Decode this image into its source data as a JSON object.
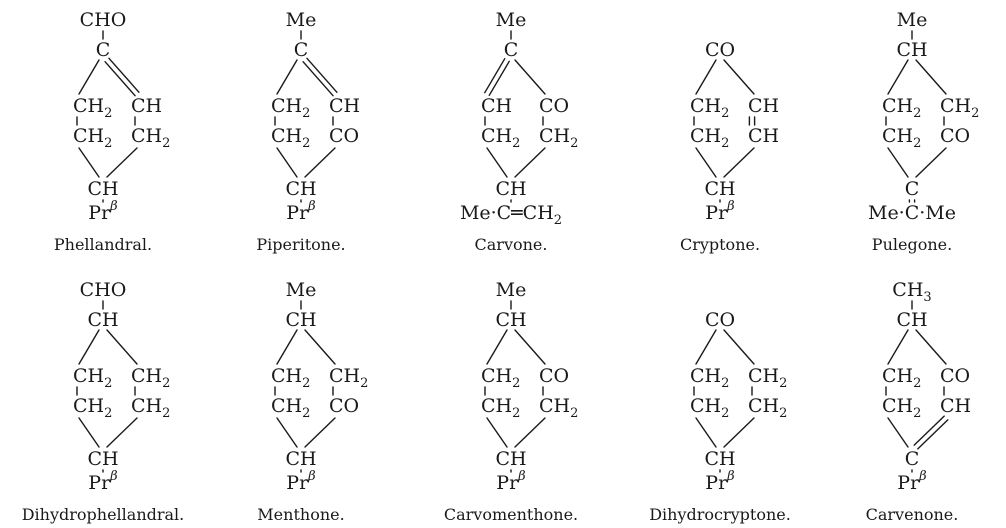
{
  "molecules": [
    {
      "name": "Phellandral.",
      "rows": [
        {
          "c": [
            {
              "t": "CHO"
            }
          ]
        },
        {
          "c": [
            {
              "t": "C"
            }
          ]
        },
        {
          "c": [
            {
              "t": "CH",
              "s": "2"
            },
            {
              "t": "CH"
            }
          ]
        },
        {
          "c": [
            {
              "t": "CH",
              "s": "2"
            },
            {
              "t": "CH",
              "s": "2"
            }
          ]
        },
        {
          "c": [
            {
              "t": "CH"
            }
          ]
        },
        {
          "c": [
            {
              "t": "Pr",
              "p": "β"
            }
          ]
        }
      ],
      "bonds": [
        {
          "k": "v",
          "from": 0,
          "to": 1,
          "col": 0
        },
        {
          "k": "topR",
          "order": 2
        },
        {
          "k": "topL"
        },
        {
          "k": "v",
          "from": 2,
          "to": 3,
          "col": 0
        },
        {
          "k": "v",
          "from": 2,
          "to": 3,
          "col": 1
        },
        {
          "k": "botL"
        },
        {
          "k": "botR"
        },
        {
          "k": "v",
          "from": 4,
          "to": 5,
          "col": 0
        }
      ]
    },
    {
      "name": "Piperitone.",
      "rows": [
        {
          "c": [
            {
              "t": "Me"
            }
          ]
        },
        {
          "c": [
            {
              "t": "C"
            }
          ]
        },
        {
          "c": [
            {
              "t": "CH",
              "s": "2"
            },
            {
              "t": "CH"
            }
          ]
        },
        {
          "c": [
            {
              "t": "CH",
              "s": "2"
            },
            {
              "t": "CO"
            }
          ]
        },
        {
          "c": [
            {
              "t": "CH"
            }
          ]
        },
        {
          "c": [
            {
              "t": "Pr",
              "p": "β"
            }
          ]
        }
      ],
      "bonds": [
        {
          "k": "v",
          "from": 0,
          "to": 1,
          "col": 0
        },
        {
          "k": "topR",
          "order": 2
        },
        {
          "k": "topL"
        },
        {
          "k": "v",
          "from": 2,
          "to": 3,
          "col": 0
        },
        {
          "k": "v",
          "from": 2,
          "to": 3,
          "col": 1
        },
        {
          "k": "botL"
        },
        {
          "k": "botR"
        },
        {
          "k": "v",
          "from": 4,
          "to": 5,
          "col": 0
        }
      ]
    },
    {
      "name": "Carvone.",
      "rows": [
        {
          "c": [
            {
              "t": "Me"
            }
          ]
        },
        {
          "c": [
            {
              "t": "C"
            }
          ]
        },
        {
          "c": [
            {
              "t": "CH"
            },
            {
              "t": "CO"
            }
          ]
        },
        {
          "c": [
            {
              "t": "CH",
              "s": "2"
            },
            {
              "t": "CH",
              "s": "2"
            }
          ]
        },
        {
          "c": [
            {
              "t": "CH"
            }
          ]
        },
        {
          "c": [
            {
              "t": "Me·C═CH",
              "s": "2"
            }
          ]
        }
      ],
      "bonds": [
        {
          "k": "v",
          "from": 0,
          "to": 1,
          "col": 0
        },
        {
          "k": "topL",
          "order": 2
        },
        {
          "k": "topR"
        },
        {
          "k": "v",
          "from": 2,
          "to": 3,
          "col": 0
        },
        {
          "k": "v",
          "from": 2,
          "to": 3,
          "col": 1
        },
        {
          "k": "botL"
        },
        {
          "k": "botR"
        },
        {
          "k": "v",
          "from": 4,
          "to": 5,
          "col": 0
        }
      ]
    },
    {
      "name": "Cryptone.",
      "rows": [
        {
          "c": []
        },
        {
          "c": [
            {
              "t": "CO"
            }
          ]
        },
        {
          "c": [
            {
              "t": "CH",
              "s": "2"
            },
            {
              "t": "CH"
            }
          ]
        },
        {
          "c": [
            {
              "t": "CH",
              "s": "2"
            },
            {
              "t": "CH"
            }
          ]
        },
        {
          "c": [
            {
              "t": "CH"
            }
          ]
        },
        {
          "c": [
            {
              "t": "Pr",
              "p": "β"
            }
          ]
        }
      ],
      "bonds": [
        {
          "k": "topL"
        },
        {
          "k": "topR"
        },
        {
          "k": "v",
          "from": 2,
          "to": 3,
          "col": 0
        },
        {
          "k": "v",
          "from": 2,
          "to": 3,
          "col": 1,
          "order": 2
        },
        {
          "k": "botL"
        },
        {
          "k": "botR"
        },
        {
          "k": "v",
          "from": 4,
          "to": 5,
          "col": 0
        }
      ]
    },
    {
      "name": "Pulegone.",
      "rows": [
        {
          "c": [
            {
              "t": "Me"
            }
          ]
        },
        {
          "c": [
            {
              "t": "CH"
            }
          ]
        },
        {
          "c": [
            {
              "t": "CH",
              "s": "2"
            },
            {
              "t": "CH",
              "s": "2"
            }
          ]
        },
        {
          "c": [
            {
              "t": "CH",
              "s": "2"
            },
            {
              "t": "CO"
            }
          ]
        },
        {
          "c": [
            {
              "t": "C"
            }
          ]
        },
        {
          "c": [
            {
              "t": "Me·C·Me"
            }
          ]
        }
      ],
      "bonds": [
        {
          "k": "v",
          "from": 0,
          "to": 1,
          "col": 0
        },
        {
          "k": "topL"
        },
        {
          "k": "topR"
        },
        {
          "k": "v",
          "from": 2,
          "to": 3,
          "col": 0
        },
        {
          "k": "v",
          "from": 2,
          "to": 3,
          "col": 1
        },
        {
          "k": "botL"
        },
        {
          "k": "botR"
        },
        {
          "k": "v",
          "from": 4,
          "to": 5,
          "col": 0,
          "order": 2
        }
      ]
    },
    {
      "name": "Dihydrophellandral.",
      "rows": [
        {
          "c": [
            {
              "t": "CHO"
            }
          ]
        },
        {
          "c": [
            {
              "t": "CH"
            }
          ]
        },
        {
          "c": [
            {
              "t": "CH",
              "s": "2"
            },
            {
              "t": "CH",
              "s": "2"
            }
          ]
        },
        {
          "c": [
            {
              "t": "CH",
              "s": "2"
            },
            {
              "t": "CH",
              "s": "2"
            }
          ]
        },
        {
          "c": [
            {
              "t": "CH"
            }
          ]
        },
        {
          "c": [
            {
              "t": "Pr",
              "p": "β"
            }
          ]
        }
      ],
      "bonds": [
        {
          "k": "v",
          "from": 0,
          "to": 1,
          "col": 0
        },
        {
          "k": "topL"
        },
        {
          "k": "topR"
        },
        {
          "k": "v",
          "from": 2,
          "to": 3,
          "col": 0
        },
        {
          "k": "v",
          "from": 2,
          "to": 3,
          "col": 1
        },
        {
          "k": "botL"
        },
        {
          "k": "botR"
        },
        {
          "k": "v",
          "from": 4,
          "to": 5,
          "col": 0
        }
      ]
    },
    {
      "name": "Menthone.",
      "rows": [
        {
          "c": [
            {
              "t": "Me"
            }
          ]
        },
        {
          "c": [
            {
              "t": "CH"
            }
          ]
        },
        {
          "c": [
            {
              "t": "CH",
              "s": "2"
            },
            {
              "t": "CH",
              "s": "2"
            }
          ]
        },
        {
          "c": [
            {
              "t": "CH",
              "s": "2"
            },
            {
              "t": "CO"
            }
          ]
        },
        {
          "c": [
            {
              "t": "CH"
            }
          ]
        },
        {
          "c": [
            {
              "t": "Pr",
              "p": "β"
            }
          ]
        }
      ],
      "bonds": [
        {
          "k": "v",
          "from": 0,
          "to": 1,
          "col": 0
        },
        {
          "k": "topL"
        },
        {
          "k": "topR"
        },
        {
          "k": "v",
          "from": 2,
          "to": 3,
          "col": 0
        },
        {
          "k": "v",
          "from": 2,
          "to": 3,
          "col": 1
        },
        {
          "k": "botL"
        },
        {
          "k": "botR"
        },
        {
          "k": "v",
          "from": 4,
          "to": 5,
          "col": 0
        }
      ]
    },
    {
      "name": "Carvomenthone.",
      "rows": [
        {
          "c": [
            {
              "t": "Me"
            }
          ]
        },
        {
          "c": [
            {
              "t": "CH"
            }
          ]
        },
        {
          "c": [
            {
              "t": "CH",
              "s": "2"
            },
            {
              "t": "CO"
            }
          ]
        },
        {
          "c": [
            {
              "t": "CH",
              "s": "2"
            },
            {
              "t": "CH",
              "s": "2"
            }
          ]
        },
        {
          "c": [
            {
              "t": "CH"
            }
          ]
        },
        {
          "c": [
            {
              "t": "Pr",
              "p": "β"
            }
          ]
        }
      ],
      "bonds": [
        {
          "k": "v",
          "from": 0,
          "to": 1,
          "col": 0
        },
        {
          "k": "topL"
        },
        {
          "k": "topR"
        },
        {
          "k": "v",
          "from": 2,
          "to": 3,
          "col": 0
        },
        {
          "k": "v",
          "from": 2,
          "to": 3,
          "col": 1
        },
        {
          "k": "botL"
        },
        {
          "k": "botR"
        },
        {
          "k": "v",
          "from": 4,
          "to": 5,
          "col": 0
        }
      ]
    },
    {
      "name": "Dihydrocryptone.",
      "rows": [
        {
          "c": []
        },
        {
          "c": [
            {
              "t": "CO"
            }
          ]
        },
        {
          "c": [
            {
              "t": "CH",
              "s": "2"
            },
            {
              "t": "CH",
              "s": "2"
            }
          ]
        },
        {
          "c": [
            {
              "t": "CH",
              "s": "2"
            },
            {
              "t": "CH",
              "s": "2"
            }
          ]
        },
        {
          "c": [
            {
              "t": "CH"
            }
          ]
        },
        {
          "c": [
            {
              "t": "Pr",
              "p": "β"
            }
          ]
        }
      ],
      "bonds": [
        {
          "k": "topL"
        },
        {
          "k": "topR"
        },
        {
          "k": "v",
          "from": 2,
          "to": 3,
          "col": 0
        },
        {
          "k": "v",
          "from": 2,
          "to": 3,
          "col": 1
        },
        {
          "k": "botL"
        },
        {
          "k": "botR"
        },
        {
          "k": "v",
          "from": 4,
          "to": 5,
          "col": 0
        }
      ]
    },
    {
      "name": "Carvenone.",
      "rows": [
        {
          "c": [
            {
              "t": "CH",
              "s": "3"
            }
          ]
        },
        {
          "c": [
            {
              "t": "CH"
            }
          ]
        },
        {
          "c": [
            {
              "t": "CH",
              "s": "2"
            },
            {
              "t": "CO"
            }
          ]
        },
        {
          "c": [
            {
              "t": "CH",
              "s": "2"
            },
            {
              "t": "CH"
            }
          ]
        },
        {
          "c": [
            {
              "t": "C"
            }
          ]
        },
        {
          "c": [
            {
              "t": "Pr",
              "p": "β"
            }
          ]
        }
      ],
      "bonds": [
        {
          "k": "v",
          "from": 0,
          "to": 1,
          "col": 0
        },
        {
          "k": "topL"
        },
        {
          "k": "topR"
        },
        {
          "k": "v",
          "from": 2,
          "to": 3,
          "col": 0
        },
        {
          "k": "v",
          "from": 2,
          "to": 3,
          "col": 1
        },
        {
          "k": "botL"
        },
        {
          "k": "botR",
          "order": 2
        },
        {
          "k": "v",
          "from": 4,
          "to": 5,
          "col": 0
        }
      ]
    }
  ]
}
